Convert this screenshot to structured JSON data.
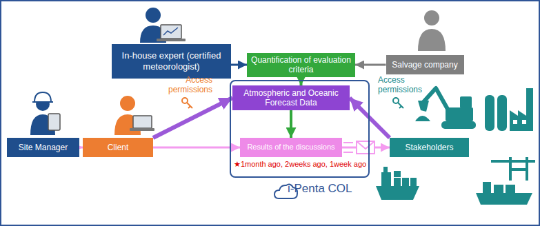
{
  "diagram": {
    "nodes": [
      {
        "text": [
          "In-house expert (certified meteorologist)"
        ]
      },
      {
        "text": [
          "Quantification of evaluation criteria"
        ]
      },
      {
        "text": [
          "Salvage company"
        ]
      },
      {
        "text": [
          "i-Penta COL"
        ]
      },
      {
        "text": [
          "Atmospheric and Oceanic Forecast Data"
        ],
        "in": 3
      },
      {
        "text": [
          "Results of the discussions"
        ],
        "in": 3
      },
      {
        "text": [
          "Site Manager"
        ]
      },
      {
        "text": [
          "Client"
        ]
      },
      {
        "text": [
          "Stakeholders"
        ]
      }
    ],
    "edges": [
      {
        "from": 0,
        "to": 1,
        "arrow": "to"
      },
      {
        "from": 2,
        "to": 1,
        "arrow": "to"
      },
      {
        "from": 1,
        "to": 4,
        "arrow": "to"
      },
      {
        "from": 4,
        "to": 5,
        "arrow": "to"
      },
      {
        "from": 6,
        "to": 7,
        "arrow": "to"
      },
      {
        "from": 7,
        "to": 5,
        "arrow": "to"
      },
      {
        "from": 5,
        "to": 8,
        "arrow": "to"
      },
      {
        "from": 7,
        "to": 4,
        "arrow": "to"
      },
      {
        "from": 8,
        "to": 4,
        "arrow": "to"
      }
    ],
    "labels": [
      "Access permissions",
      "★1month ago, 2weeks ago, 1week ago",
      "Access permissions"
    ]
  }
}
